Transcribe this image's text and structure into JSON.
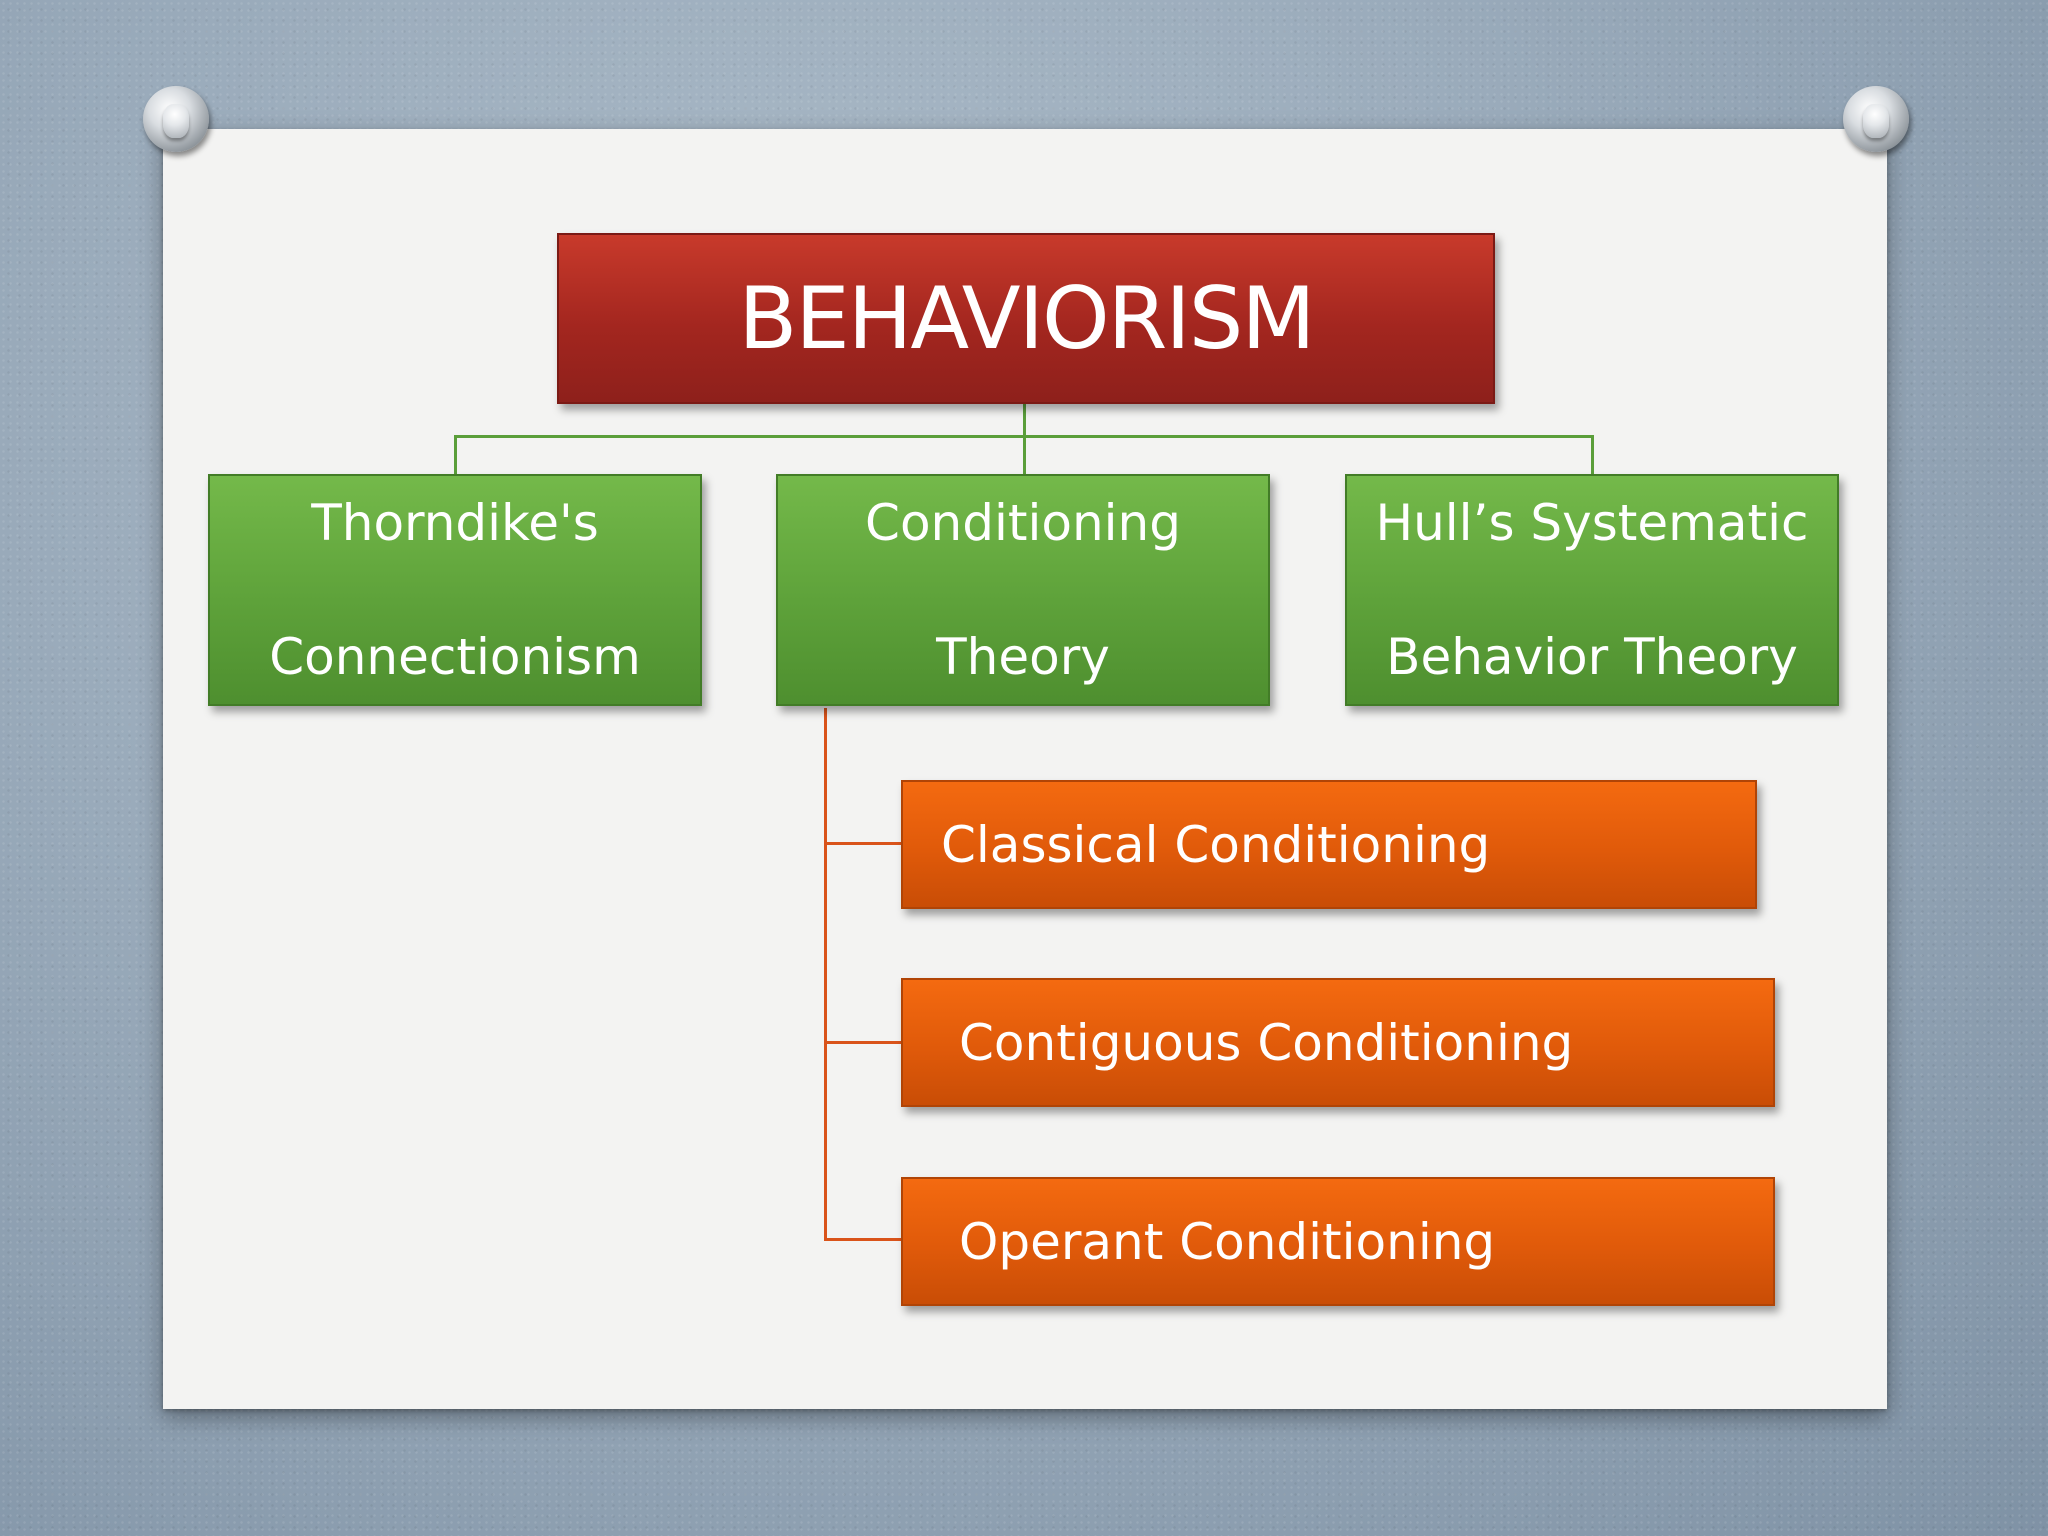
{
  "diagram": {
    "root": {
      "label": "BEHAVIORISM"
    },
    "level1": [
      {
        "line1": "Thorndike's",
        "line2": "Connectionism"
      },
      {
        "line1": "Conditioning",
        "line2": "Theory"
      },
      {
        "line1": "Hull’s Systematic",
        "line2": "Behavior Theory"
      }
    ],
    "conditioning_children": [
      {
        "label": "Classical Conditioning"
      },
      {
        "label": "Contiguous Conditioning"
      },
      {
        "label": "Operant Conditioning"
      }
    ]
  },
  "colors": {
    "root_box": "#a3261f",
    "level1_box": "#5ea23a",
    "child_box": "#e05a0a",
    "paper": "#f3f3f2"
  },
  "icons": [
    "pushpin-icon",
    "pushpin-icon"
  ]
}
